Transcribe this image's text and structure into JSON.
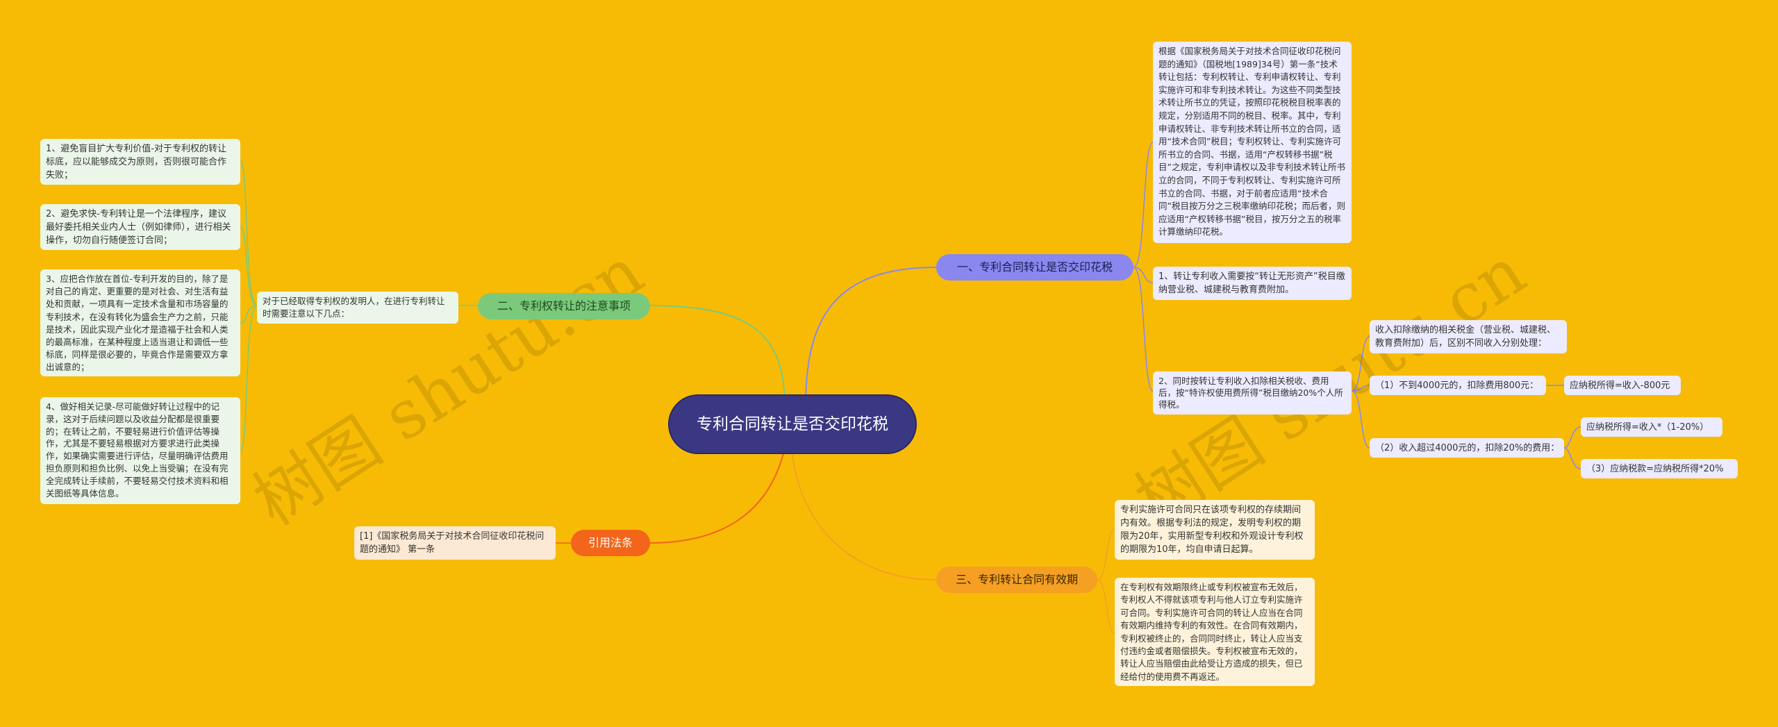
{
  "root": {
    "title": "专利合同转让是否交印花税"
  },
  "branches": {
    "b1": {
      "label": "一、专利合同转让是否交印花税",
      "color": "#8A87EE"
    },
    "b2": {
      "label": "二、专利权转让的注意事项",
      "color": "#7BC97B"
    },
    "b3": {
      "label": "三、专利转让合同有效期",
      "color": "#F5A023"
    },
    "b4": {
      "label": "引用法条",
      "color": "#F2651A"
    }
  },
  "b1_children": {
    "law": "根据《国家税务局关于对技术合同征收印花税问题的通知》（国税地[1989]34号）第一条“技术转让包括：专利权转让、专利申请权转让、专利实施许可和非专利技术转让。为这些不同类型技术转让所书立的凭证，按照印花税税目税率表的规定，分别适用不同的税目、税率。其中，专利申请权转让、非专利技术转让所书立的合同，适用“技术合同”税目；专利权转让、专利实施许可所书立的合同、书据，适用“产权转移书据”税目”之规定，专利申请权以及非专利技术转让所书立的合同，不同于专利权转让、专利实施许可所书立的合同、书据，对于前者应适用“技术合同”税目按万分之三税率缴纳印花税；而后者，则应适用“产权转移书据”税目，按万分之五的税率计算缴纳印花税。",
    "item1": "1、转让专利收入需要按“转让无形资产”税目缴纳营业税、城建税与教育费附加。",
    "item2": "2、同时按转让专利收入扣除相关税收、费用后，按“特许权使用费所得”税目缴纳20%个人所得税。",
    "income_note": "收入扣除缴纳的相关税金（营业税、城建税、教育费附加）后，区别不同收入分别处理：",
    "case1": "（1）不到4000元的，扣除费用800元：",
    "case1_formula": "应纳税所得=收入-800元",
    "case2": "（2）收入超过4000元的，扣除20%的费用：",
    "case2_formula": "应纳税所得=收入*（1-20%）",
    "case3_formula": "（3）应纳税款=应纳税所得*20%"
  },
  "b2_children": {
    "intro": "对于已经取得专利权的发明人，在进行专利转让时需要注意以下几点：",
    "tip1": "1、避免盲目扩大专利价值-对于专利权的转让标底，应以能够成交为原则，否则很可能合作失败；",
    "tip2": "2、避免求快-专利转让是一个法律程序，建议最好委托相关业内人士（例如律师），进行相关操作，切勿自行随便签订合同；",
    "tip3": "3、应把合作放在首位-专利开发的目的，除了是对自己的肯定、更重要的是对社会、对生活有益处和贡献，一项具有一定技术含量和市场容量的专利技术，在没有转化为盛会生产力之前，只能是技术，因此实现产业化才是造福于社会和人类的最高标准，在某种程度上适当退让和调低一些标底，同样是很必要的，毕竟合作是需要双方拿出诚意的；",
    "tip4": "4、做好相关记录-尽可能做好转让过程中的记录，这对于后续问题以及收益分配都是很重要的；在转让之前，不要轻易进行价值评估等操作，尤其是不要轻易根据对方要求进行此类操作，如果确实需要进行评估，尽量明确评估费用担负原则和担负比例、以免上当受骗；在没有完全完成转让手续前，不要轻易交付技术资料和相关图纸等具体信息。"
  },
  "b3_children": {
    "p1": "专利实施许可合同只在该项专利权的存续期间内有效。根据专利法的规定，发明专利权的期限为20年，实用新型专利权和外观设计专利权的期限为10年，均自申请日起算。",
    "p2": "在专利权有效期限终止或专利权被宣布无效后，专利权人不得就该项专利与他人订立专利实施许可合同。专利实施许可合同的转让人应当在合同有效期内维持专利的有效性。在合同有效期内，专利权被终止的，合同同时终止，转让人应当支付违约金或者赔偿损失。专利权被宣布无效的，转让人应当赔偿由此给受让方造成的损失，但已经给付的使用费不再返还。"
  },
  "b4_children": {
    "ref": "[1]《国家税务局关于对技术合同征收印花税问题的通知》 第一条"
  },
  "watermark": "树图 shutu.cn"
}
